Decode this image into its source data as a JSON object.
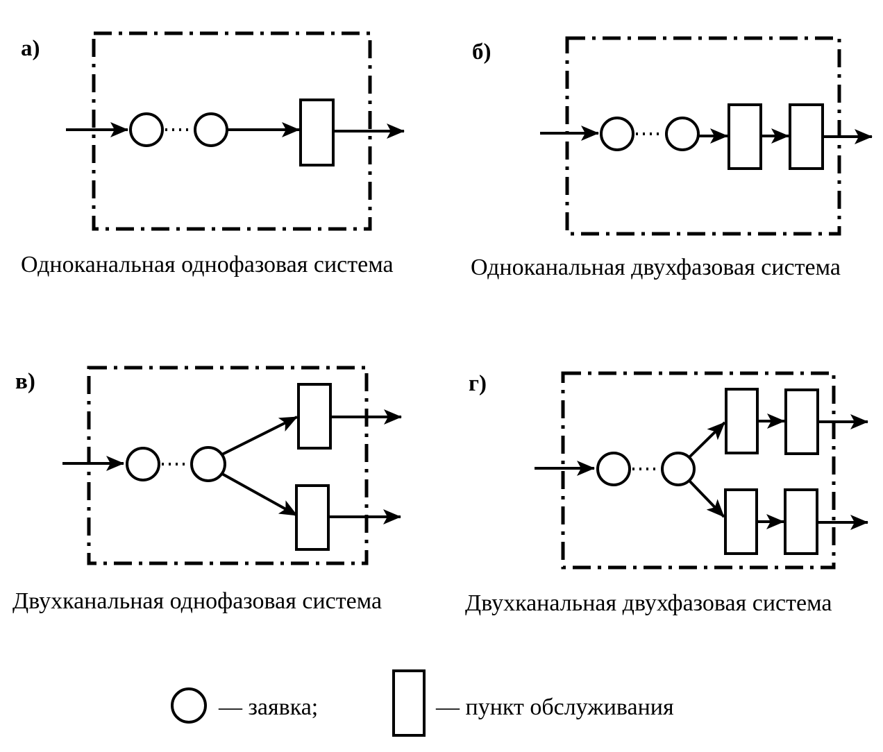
{
  "panels": {
    "a": {
      "letter": "а)",
      "caption": "Одноканальная однофазовая система"
    },
    "b": {
      "letter": "б)",
      "caption": "Одноканальная двухфазовая система"
    },
    "v": {
      "letter": "в)",
      "caption": "Двухканальная однофазовая система"
    },
    "g": {
      "letter": "г)",
      "caption": "Двухканальная двухфазовая система"
    }
  },
  "legend": {
    "request_label": "— заявка;",
    "service_point_label": "— пункт обслуживания"
  }
}
